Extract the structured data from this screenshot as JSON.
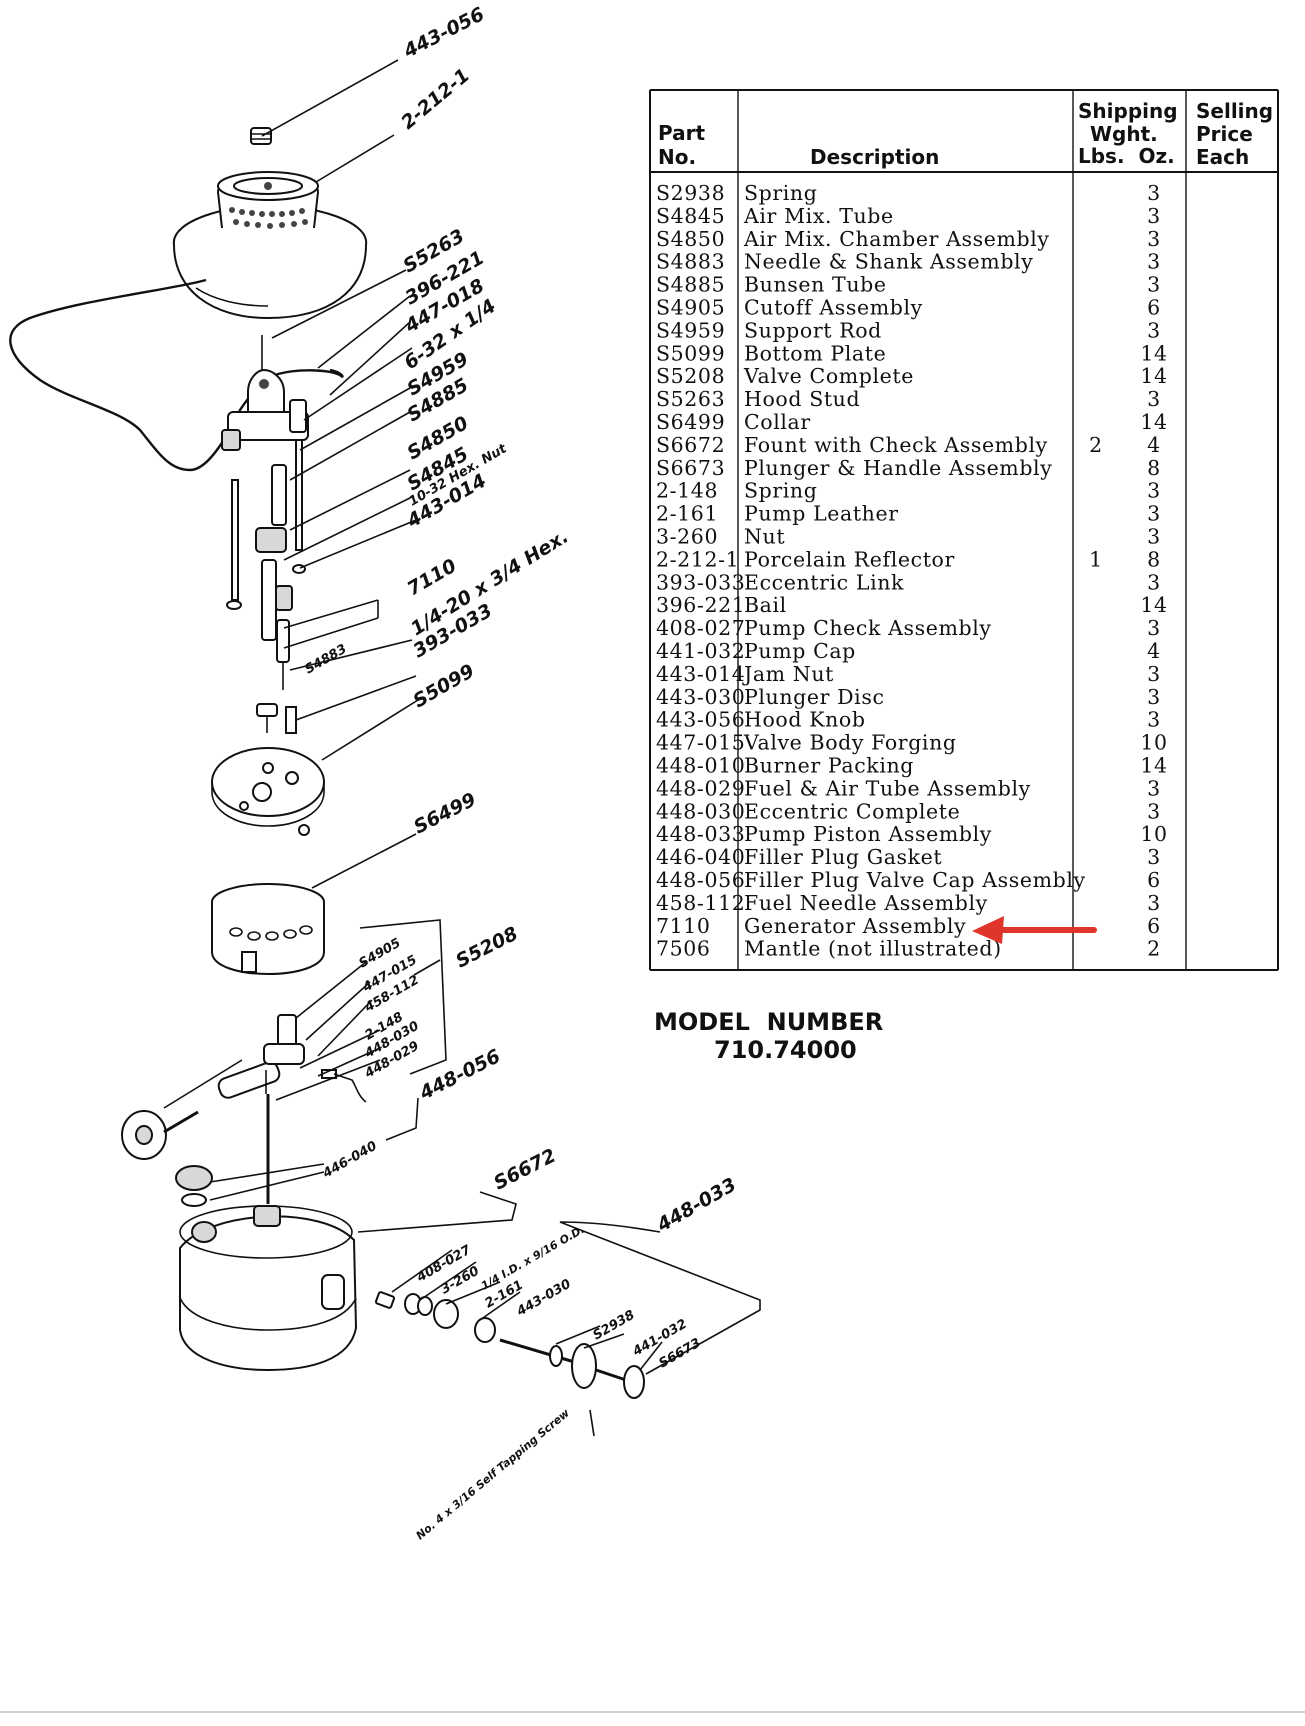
{
  "diagram": {
    "callouts": [
      "443-056",
      "2-212-1",
      "S5263",
      "396-221",
      "447-018",
      "6-32 x 1/4",
      "S4959",
      "S4885",
      "S4850",
      "S4845",
      "10-32 Hex. Nut",
      "443-014",
      "7110",
      "1/4-20 x 3/4 Hex.",
      "S4883",
      "393-033",
      "S5099",
      "S6499",
      "S4905",
      "447-015",
      "458-112",
      "2-148",
      "448-030",
      "448-029",
      "S5208",
      "448-056",
      "446-040",
      "S6672",
      "448-033",
      "408-027",
      "3-260",
      "1/4 I.D. x 9/16 O.D.",
      "2-161",
      "443-030",
      "S2938",
      "441-032",
      "S6673",
      "No. 4 x 3/16 Self Tapping Screw"
    ]
  },
  "parts_table": {
    "headers": {
      "part_no": [
        "Part",
        "No."
      ],
      "description": "Description",
      "weight": [
        "Shipping",
        "Wght.",
        "Lbs.  Oz."
      ],
      "price": [
        "Selling",
        "Price",
        "Each"
      ]
    },
    "rows": [
      {
        "part": "S2938",
        "desc": "Spring",
        "lbs": "",
        "oz": "3"
      },
      {
        "part": "S4845",
        "desc": "Air Mix. Tube",
        "lbs": "",
        "oz": "3"
      },
      {
        "part": "S4850",
        "desc": "Air Mix. Chamber Assembly",
        "lbs": "",
        "oz": "3"
      },
      {
        "part": "S4883",
        "desc": "Needle & Shank Assembly",
        "lbs": "",
        "oz": "3"
      },
      {
        "part": "S4885",
        "desc": "Bunsen Tube",
        "lbs": "",
        "oz": "3"
      },
      {
        "part": "S4905",
        "desc": "Cutoff Assembly",
        "lbs": "",
        "oz": "6"
      },
      {
        "part": "S4959",
        "desc": "Support Rod",
        "lbs": "",
        "oz": "3"
      },
      {
        "part": "S5099",
        "desc": "Bottom Plate",
        "lbs": "",
        "oz": "14"
      },
      {
        "part": "S5208",
        "desc": "Valve Complete",
        "lbs": "",
        "oz": "14"
      },
      {
        "part": "S5263",
        "desc": "Hood Stud",
        "lbs": "",
        "oz": "3"
      },
      {
        "part": "S6499",
        "desc": "Collar",
        "lbs": "",
        "oz": "14"
      },
      {
        "part": "S6672",
        "desc": "Fount with Check Assembly",
        "lbs": "2",
        "oz": "4"
      },
      {
        "part": "S6673",
        "desc": "Plunger & Handle Assembly",
        "lbs": "",
        "oz": "8"
      },
      {
        "part": "2-148",
        "desc": "Spring",
        "lbs": "",
        "oz": "3"
      },
      {
        "part": "2-161",
        "desc": "Pump Leather",
        "lbs": "",
        "oz": "3"
      },
      {
        "part": "3-260",
        "desc": "Nut",
        "lbs": "",
        "oz": "3"
      },
      {
        "part": "2-212-1",
        "desc": "Porcelain Reflector",
        "lbs": "1",
        "oz": "8"
      },
      {
        "part": "393-033",
        "desc": "Eccentric Link",
        "lbs": "",
        "oz": "3"
      },
      {
        "part": "396-221",
        "desc": "Bail",
        "lbs": "",
        "oz": "14"
      },
      {
        "part": "408-027",
        "desc": "Pump Check Assembly",
        "lbs": "",
        "oz": "3"
      },
      {
        "part": "441-032",
        "desc": "Pump Cap",
        "lbs": "",
        "oz": "4"
      },
      {
        "part": "443-014",
        "desc": "Jam Nut",
        "lbs": "",
        "oz": "3"
      },
      {
        "part": "443-030",
        "desc": "Plunger Disc",
        "lbs": "",
        "oz": "3"
      },
      {
        "part": "443-056",
        "desc": "Hood Knob",
        "lbs": "",
        "oz": "3"
      },
      {
        "part": "447-015",
        "desc": "Valve Body Forging",
        "lbs": "",
        "oz": "10"
      },
      {
        "part": "448-010",
        "desc": "Burner Packing",
        "lbs": "",
        "oz": "14"
      },
      {
        "part": "448-029",
        "desc": "Fuel & Air Tube Assembly",
        "lbs": "",
        "oz": "3"
      },
      {
        "part": "448-030",
        "desc": "Eccentric Complete",
        "lbs": "",
        "oz": "3"
      },
      {
        "part": "448-033",
        "desc": "Pump Piston Assembly",
        "lbs": "",
        "oz": "10"
      },
      {
        "part": "446-040",
        "desc": "Filler Plug Gasket",
        "lbs": "",
        "oz": "3"
      },
      {
        "part": "448-056",
        "desc": "Filler Plug Valve Cap Assembly",
        "lbs": "",
        "oz": "6"
      },
      {
        "part": "458-112",
        "desc": "Fuel Needle Assembly",
        "lbs": "",
        "oz": "3"
      },
      {
        "part": "7110",
        "desc": "Generator Assembly",
        "lbs": "",
        "oz": "6"
      },
      {
        "part": "7506",
        "desc": "Mantle (not illustrated)",
        "lbs": "",
        "oz": "2"
      }
    ],
    "highlighted_part": "7110",
    "arrow_color": "#e0352b"
  },
  "model": {
    "label": "MODEL  NUMBER",
    "number": "710.74000"
  }
}
